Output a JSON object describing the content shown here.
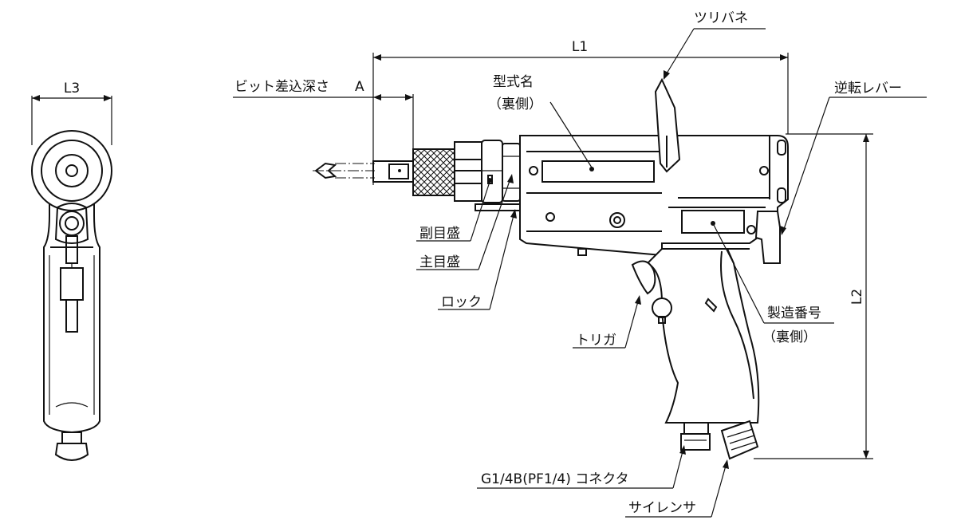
{
  "dimensions": {
    "L1": "L1",
    "L2": "L2",
    "L3": "L3",
    "A": "A"
  },
  "labels": {
    "bit_depth": "ビット差込深さ",
    "model_name": "型式名",
    "model_name_note": "（裏側）",
    "hanger_spring": "ツリバネ",
    "reverse_lever": "逆転レバー",
    "sub_scale": "副目盛",
    "main_scale": "主目盛",
    "lock": "ロック",
    "trigger": "トリガ",
    "serial_number": "製造番号",
    "serial_number_note": "（裏側）",
    "connector": "G1/4B(PF1/4) コネクタ",
    "silencer": "サイレンサ"
  }
}
